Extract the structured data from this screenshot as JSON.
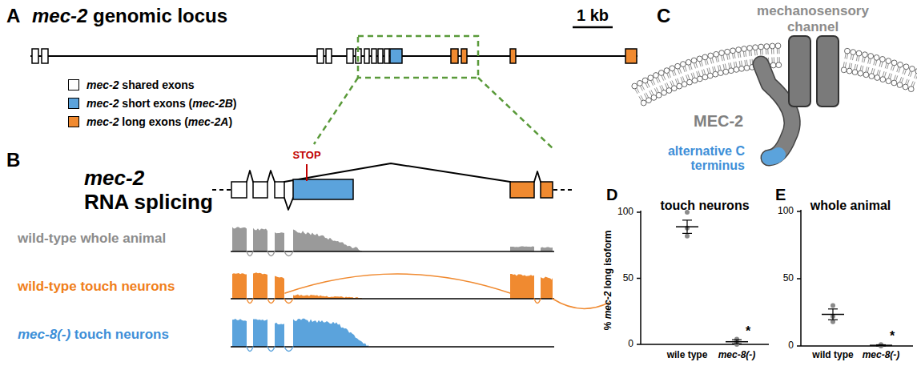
{
  "diagram": {
    "labels": [
      "A",
      "mec-2 genomic locus",
      "1 kb",
      "B",
      "mec-2",
      "RNA splicing",
      "STOP",
      "wild-type whole animal",
      "wild-type touch neurons",
      "mec-8(-) touch neurons",
      "C",
      "mechanosensory channel",
      "MEC-2",
      "alternative C terminus",
      "D",
      "touch neurons",
      "% mec-2 long isoform",
      "100",
      "50",
      "0",
      "wile type",
      "mec-8(-)",
      "*",
      "E",
      "whole animal",
      "100",
      "50",
      "0",
      "wild type",
      "mec-8(-)",
      "*"
    ],
    "legend": [
      {
        "text": "mec-2 shared exons",
        "color": "#ffffff"
      },
      {
        "text": "mec-2 short exons (mec-2B)",
        "color": "#5ba3dc"
      },
      {
        "text": "mec-2 long exons (mec-2A)",
        "color": "#f08a30"
      }
    ]
  }
}
